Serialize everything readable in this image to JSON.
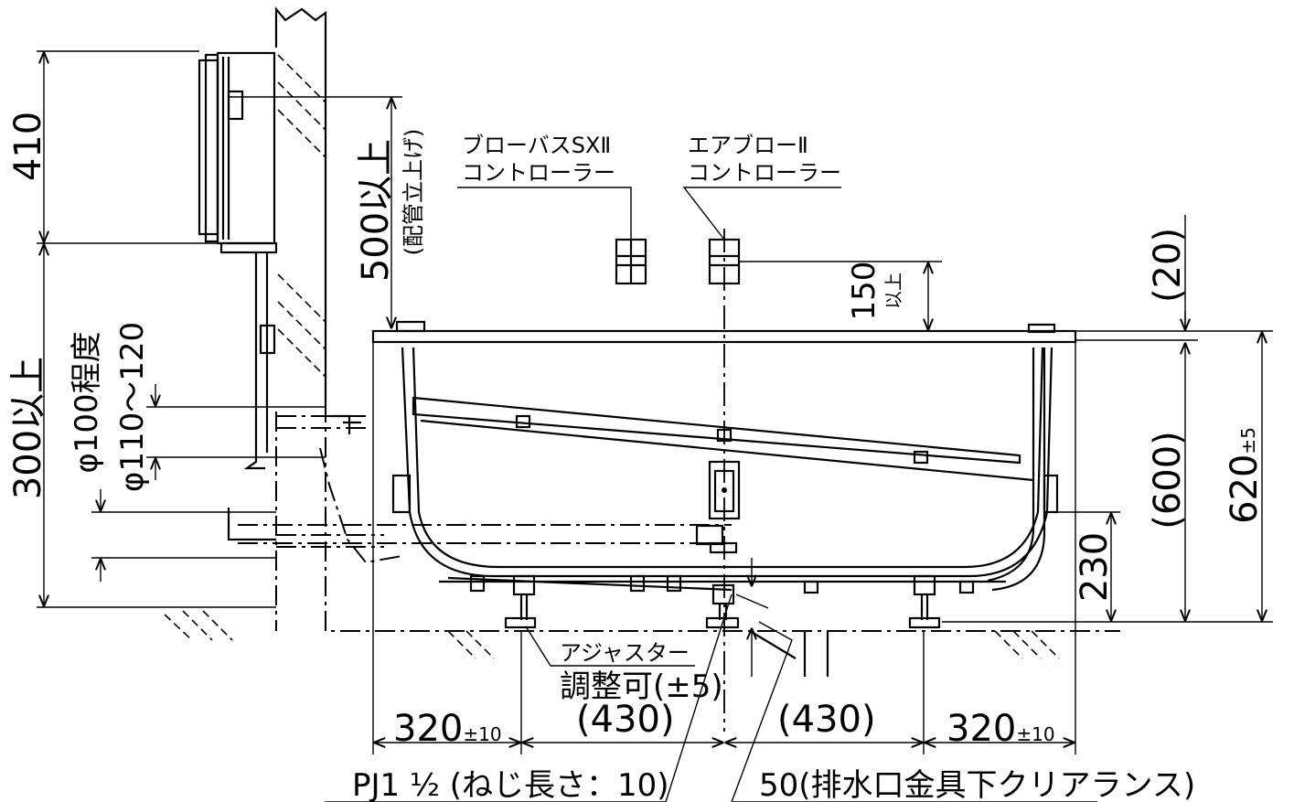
{
  "labels": {
    "controller1_line1": "ブローバスSXⅡ",
    "controller1_line2": "コントローラー",
    "controller2_line1": "エアブローⅡ",
    "controller2_line2": "コントローラー",
    "adjuster": "アジャスター",
    "adjust_range": "調整可(±5)",
    "thread": "PJ1 ½ (ねじ長さ：10)",
    "clearance": "50(排水口金具下クリアランス)"
  },
  "dimensions": {
    "d410": "410",
    "d300": "300以上",
    "d500": "500以上",
    "d500_note": "(配管立上げ)",
    "phi100": "φ100程度",
    "phi110": "φ110〜120",
    "d150": "150",
    "d150_sub": "以上",
    "d20": "(20)",
    "d600": "(600)",
    "d620": "620",
    "d620_tol": "±5",
    "d230": "230",
    "d320_left": "320",
    "d320_left_tol": "±10",
    "d430_left": "(430)",
    "d430_right": "(430)",
    "d320_right": "320",
    "d320_right_tol": "±10"
  }
}
